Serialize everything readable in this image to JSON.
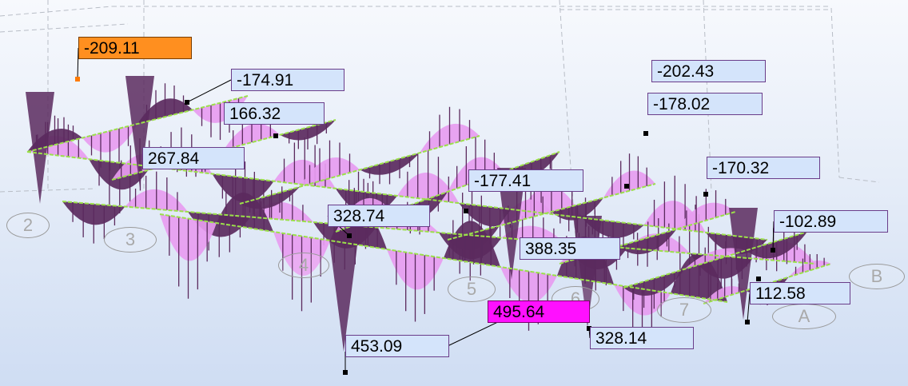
{
  "colors": {
    "diagram_light": "#e79cf0",
    "diagram_dark": "#5b2a5e",
    "beam": "#9be04a",
    "label_bg": "#d4e4fb",
    "label_min": "#ff8f1f",
    "label_max": "#ff10ff"
  },
  "axes": [
    "2",
    "3",
    "4",
    "5",
    "6",
    "7",
    "A",
    "B"
  ],
  "values": [
    "-209.11",
    "-174.91",
    "166.32",
    "267.84",
    "-202.43",
    "-178.02",
    "-170.32",
    "-177.41",
    "328.74",
    "-102.89",
    "388.35",
    "112.58",
    "495.64",
    "453.09",
    "328.14"
  ]
}
